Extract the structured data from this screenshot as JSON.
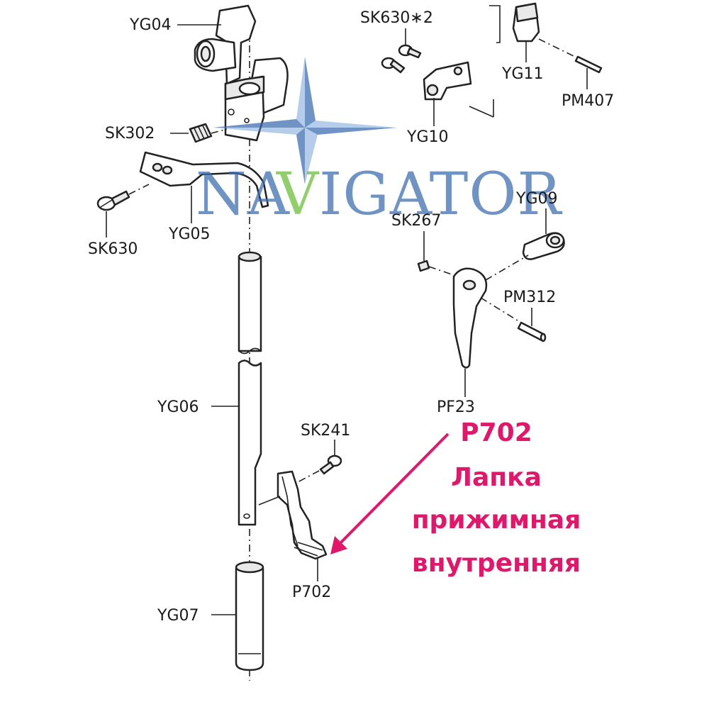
{
  "watermark": {
    "text_left": "NA",
    "text_v": "V",
    "text_right": "IGATOR",
    "color": "#3f6fb0",
    "accent_color": "#6cbf3a"
  },
  "labels": {
    "yg04": "YG04",
    "sk630x2": "SK630∗2",
    "yg11": "YG11",
    "pm407": "PM407",
    "yg10": "YG10",
    "sk302": "SK302",
    "sk630": "SK630",
    "yg05": "YG05",
    "yg09": "YG09",
    "sk267": "SK267",
    "pm312": "PM312",
    "pf23": "PF23",
    "yg06": "YG06",
    "sk241": "SK241",
    "p702": "P702",
    "yg07": "YG07"
  },
  "callout": {
    "code": "P702",
    "line1": "Лапка",
    "line2": "прижимная",
    "line3": "внутренняя",
    "color": "#e0186c"
  }
}
